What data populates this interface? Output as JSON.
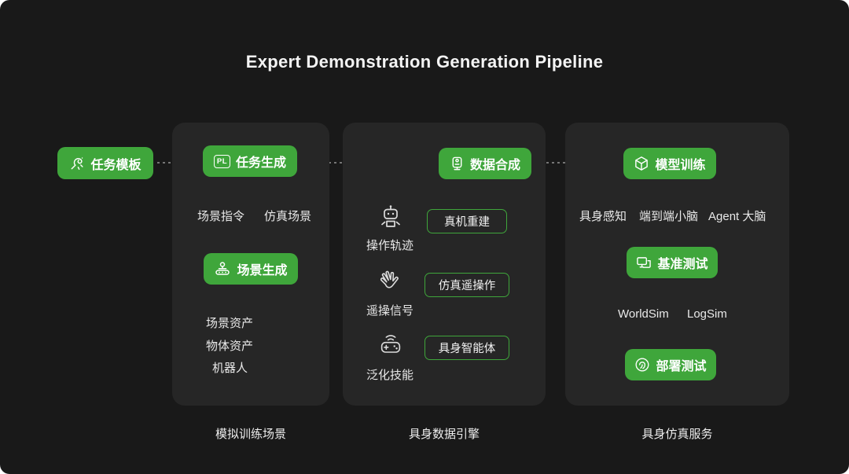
{
  "title": "Expert Demonstration Generation Pipeline",
  "colors": {
    "background": "#191919",
    "panel": "#262626",
    "accent_green": "#3FA63B",
    "arrow_gray": "#969696",
    "text_light": "#ECECEC"
  },
  "source_node": {
    "label": "任务模板",
    "icon": "sparkle-icon"
  },
  "panels": [
    {
      "caption": "模拟训练场景",
      "task_gen": {
        "label": "任务生成",
        "icon_text": "PL"
      },
      "loop": {
        "left_label": "场景指令",
        "right_label": "仿真场景"
      },
      "scene_gen": {
        "label": "场景生成",
        "icon": "robot-conveyor-icon"
      },
      "assets": [
        "场景资产",
        "物体资产",
        "机器人"
      ]
    },
    {
      "caption": "具身数据引擎",
      "data_synth": {
        "label": "数据合成",
        "icon": "recorder-icon"
      },
      "rows": [
        {
          "icon": "robot-icon",
          "label": "操作轨迹",
          "box": "真机重建"
        },
        {
          "icon": "glove-icon",
          "label": "遥操信号",
          "box": "仿真遥操作"
        },
        {
          "icon": "controller-icon",
          "label": "泛化技能",
          "box": "具身智能体"
        }
      ]
    },
    {
      "caption": "具身仿真服务",
      "model_train": {
        "label": "模型训练",
        "icon": "cube-icon"
      },
      "brains": [
        "具身感知",
        "端到端小脑",
        "Agent 大脑"
      ],
      "benchmark": {
        "label": "基准测试",
        "icon": "monitor-icon"
      },
      "sims": [
        "WorldSim",
        "LogSim"
      ],
      "deploy": {
        "label": "部署测试",
        "icon": "seal-icon"
      }
    }
  ]
}
